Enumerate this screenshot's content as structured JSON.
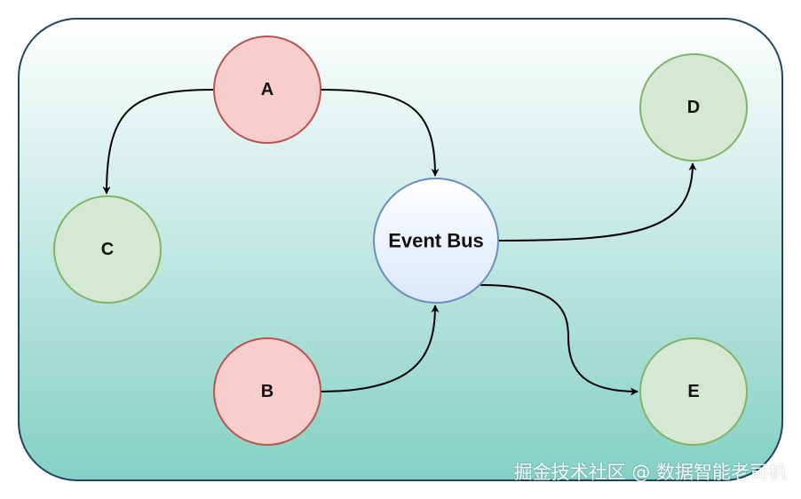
{
  "nodes": {
    "a": {
      "label": "A",
      "fill": "#f8cecc",
      "stroke": "#b85450"
    },
    "b": {
      "label": "B",
      "fill": "#f8cecc",
      "stroke": "#b85450"
    },
    "c": {
      "label": "C",
      "fill": "#d5e8d4",
      "stroke": "#82b366"
    },
    "d": {
      "label": "D",
      "fill": "#d5e8d4",
      "stroke": "#82b366"
    },
    "e": {
      "label": "E",
      "fill": "#d5e8d4",
      "stroke": "#82b366"
    },
    "bus": {
      "label": "Event Bus",
      "fill": "#dae8fc",
      "stroke": "#6c8ebf"
    }
  },
  "container": {
    "gradient_top": "#ffffff",
    "gradient_bottom": "#84d0c4",
    "stroke": "#23445d"
  },
  "watermark": "掘金技术社区 @ 数据智能老司机"
}
